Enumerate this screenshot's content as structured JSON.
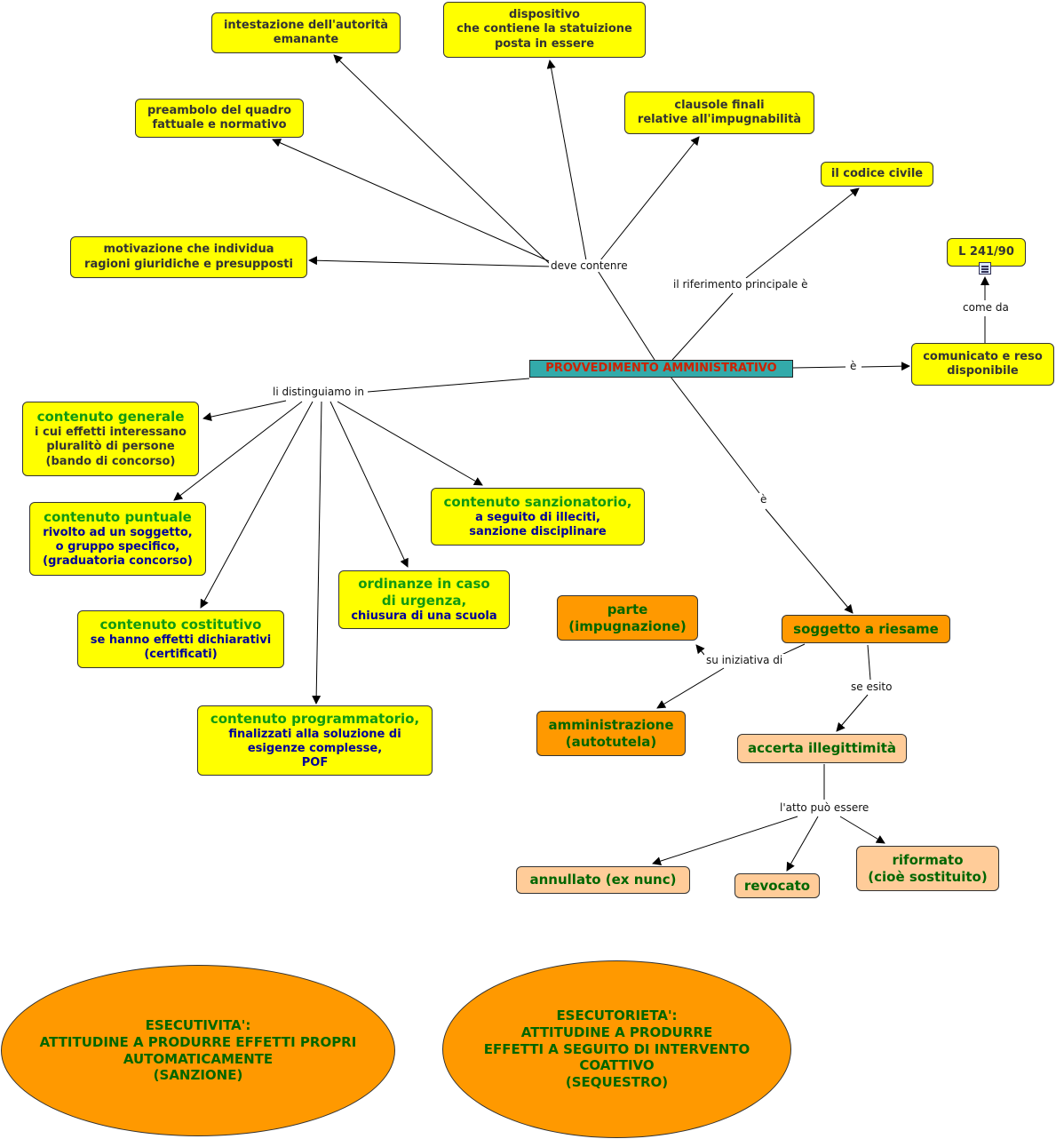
{
  "main_node": "PROVVEDIMENTO AMMINISTRATIVO",
  "link_labels": {
    "deve_contenere": "deve contenre",
    "riferimento": "il riferimento principale è",
    "come_da": "come da",
    "e_right": "è",
    "e_down": "è",
    "li_distinguiamo": "li distinguiamo in",
    "su_iniziativa": "su iniziativa di",
    "se_esito": "se esito",
    "atto_puo": "l'atto può essere"
  },
  "contents": {
    "intestazione": [
      "intestazione dell'autorità",
      "emanante"
    ],
    "dispositivo": [
      "dispositivo",
      "che contiene la statuizione",
      "posta in essere"
    ],
    "preambolo": [
      "preambolo del quadro",
      "fattuale e normativo"
    ],
    "clausole": [
      "clausole finali",
      "relative all'impugnabilità"
    ],
    "motivazione": [
      "motivazione che individua",
      "ragioni giuridiche e presupposti"
    ]
  },
  "codice_civile": "il codice civile",
  "legge": "L 241/90",
  "comunicato": [
    "comunicato e reso",
    "disponibile"
  ],
  "types": {
    "generale": {
      "title": "contenuto generale",
      "lines": [
        "i cui effetti interessano",
        "pluralitò di persone",
        "(bando di concorso)"
      ]
    },
    "puntuale": {
      "title": "contenuto puntuale",
      "lines": [
        "rivolto ad un soggetto,",
        "o gruppo specifico,",
        "(graduatoria concorso)"
      ]
    },
    "costitutivo": {
      "title": "contenuto costitutivo",
      "lines": [
        "se hanno effetti dichiarativi",
        "(certificati)"
      ]
    },
    "programmatorio": {
      "title": "contenuto programmatorio,",
      "lines": [
        "finalizzati alla soluzione di",
        "esigenze complesse,",
        "POF"
      ]
    },
    "ordinanze": {
      "title": [
        "ordinanze in caso",
        "di urgenza,"
      ],
      "lines": [
        "chiusura di una scuola"
      ]
    },
    "sanzionatorio": {
      "title": "contenuto sanzionatorio,",
      "lines": [
        "a seguito di illeciti,",
        "sanzione disciplinare"
      ]
    }
  },
  "riesame": "soggetto a riesame",
  "parte": [
    "parte",
    "(impugnazione)"
  ],
  "amministrazione": [
    "amministrazione",
    "(autotutela)"
  ],
  "accerta": "accerta illegittimità",
  "annullato": "annullato (ex nunc)",
  "revocato": "revocato",
  "riformato": [
    "riformato",
    "(cioè sostituito)"
  ],
  "esecutivita": [
    "ESECUTIVITA':",
    "ATTITUDINE A PRODURRE EFFETTI PROPRI",
    "AUTOMATICAMENTE",
    "(SANZIONE)"
  ],
  "esecutorieta": [
    "ESECUTORIETA':",
    "ATTITUDINE A PRODURRE",
    "EFFETTI A SEGUITO DI INTERVENTO",
    "COATTIVO",
    "(SEQUESTRO)"
  ],
  "colors": {
    "yellow": "#ffff00",
    "orange": "#ff9900",
    "peach": "#ffcc99",
    "teal": "#33aaaa",
    "green_text": "#119911",
    "blue_text": "#000099"
  }
}
